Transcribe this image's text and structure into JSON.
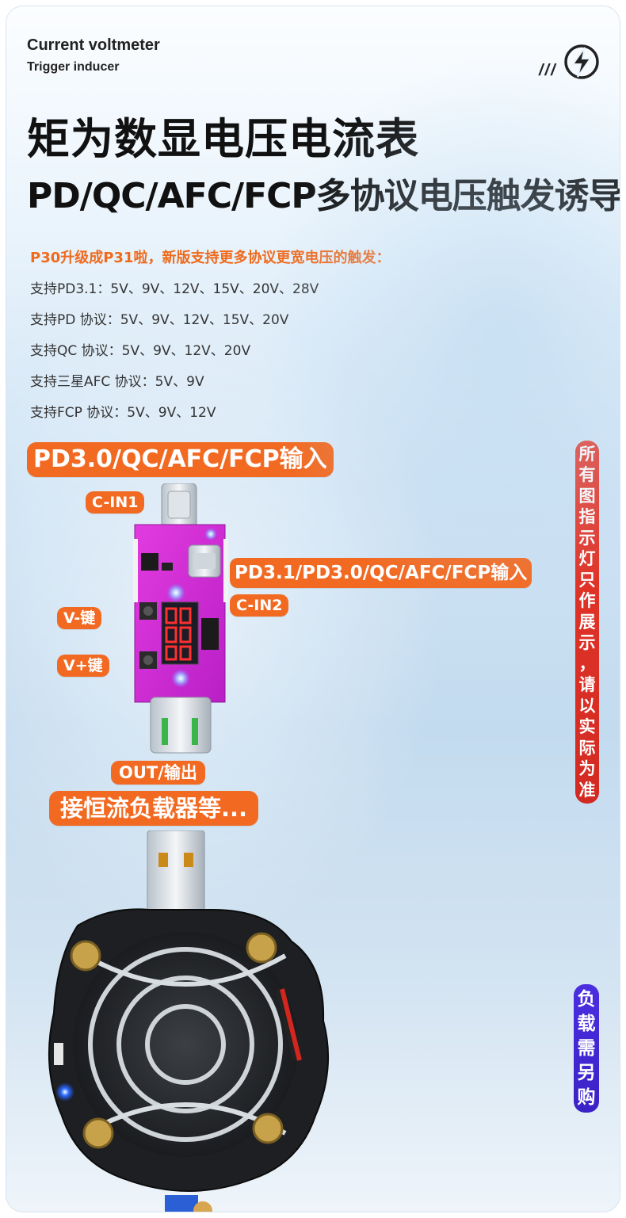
{
  "header": {
    "en_title": "Current voltmeter",
    "en_subtitle": "Trigger inducer",
    "slashes": "///",
    "icon": "lightning-bolt-icon"
  },
  "title": {
    "line1": "矩为数显电压电流表",
    "line2": "PD/QC/AFC/FCP多协议电压触发诱导器"
  },
  "specs": {
    "upgrade": "P30升级成P31啦，新版支持更多协议更宽电压的触发：",
    "items": [
      "支持PD3.1：5V、9V、12V、15V、20V、28V",
      "支持PD 协议：5V、9V、12V、15V、20V",
      "支持QC 协议：5V、9V、12V、20V",
      "支持三星AFC 协议：5V、9V",
      "支持FCP 协议：5V、9V、12V"
    ]
  },
  "labels": {
    "input_main": "PD3.0/QC/AFC/FCP输入",
    "c_in1": "C-IN1",
    "input_pd31": "PD3.1/PD3.0/QC/AFC/FCP输入",
    "c_in2": "C-IN2",
    "v_minus": "V-键",
    "v_plus": "V+键",
    "out": "OUT/输出",
    "load": "接恒流负载器等..."
  },
  "side_notes": {
    "indicator": [
      "所",
      "有",
      "图",
      "指",
      "示",
      "灯",
      "只",
      "作",
      "展",
      "示",
      "，",
      "请",
      "以",
      "实",
      "际",
      "为",
      "准"
    ],
    "load_sold_separately": [
      "负",
      "载",
      "需",
      "另",
      "购"
    ]
  },
  "colors": {
    "accent_orange": "#f26a22",
    "note_red": "#e8392b",
    "note_purple": "#4a2ee0",
    "board_magenta": "#d42bd8"
  }
}
